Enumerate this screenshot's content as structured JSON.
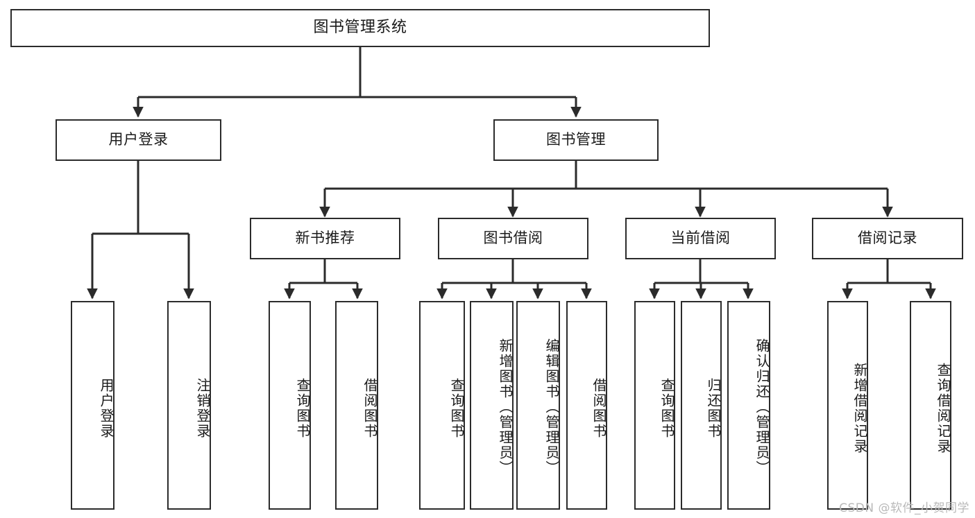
{
  "diagram": {
    "title": "图书管理系统",
    "type": "tree-hierarchy",
    "watermark": "CSDN @软件_小贺同学",
    "colors": {
      "background": "#ffffff",
      "box_border": "#2b2b2b",
      "box_fill": "#ffffff",
      "edge": "#2b2b2b",
      "text": "#1a1a1a",
      "watermark": "#b9b9b9"
    },
    "levels": {
      "root": {
        "label": "图书管理系统"
      },
      "level2": [
        {
          "label": "用户登录"
        },
        {
          "label": "图书管理"
        }
      ],
      "level3": [
        {
          "label": "新书推荐"
        },
        {
          "label": "图书借阅"
        },
        {
          "label": "当前借阅"
        },
        {
          "label": "借阅记录"
        }
      ],
      "leaves_user_login": [
        {
          "label": "用户登录"
        },
        {
          "label": "注销登录"
        }
      ],
      "leaves_new_book": [
        {
          "label": "查询图书"
        },
        {
          "label": "借阅图书"
        }
      ],
      "leaves_borrow": [
        {
          "label": "查询图书"
        },
        {
          "label": "新增图书（管理员）"
        },
        {
          "label": "编辑图书（管理员）"
        },
        {
          "label": "借阅图书"
        }
      ],
      "leaves_current": [
        {
          "label": "查询图书"
        },
        {
          "label": "归还图书"
        },
        {
          "label": "确认归还（管理员）"
        }
      ],
      "leaves_records": [
        {
          "label": "新增借阅记录"
        },
        {
          "label": "查询借阅记录"
        }
      ]
    }
  }
}
